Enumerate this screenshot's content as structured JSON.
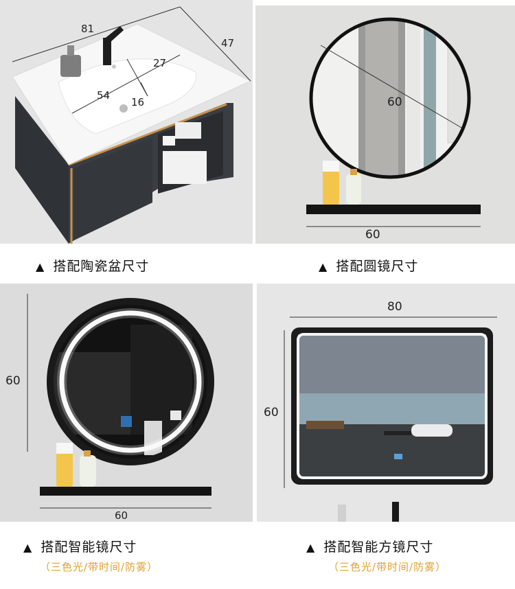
{
  "panels": {
    "sink": {
      "dims": {
        "width": "81",
        "depth": "47",
        "basin_depth": "27",
        "basin_width": "54",
        "basin_height": "16"
      },
      "caption": "搭配陶瓷盆尺寸"
    },
    "round_mirror": {
      "dims": {
        "diameter": "60",
        "shelf_width": "60"
      },
      "caption": "搭配圆镜尺寸"
    },
    "smart_mirror": {
      "dims": {
        "height": "60",
        "shelf_width": "60"
      },
      "caption": "搭配智能镜尺寸",
      "note": "（三色光/带时间/防雾）"
    },
    "smart_square_mirror": {
      "dims": {
        "width": "80",
        "height": "60"
      },
      "caption": "搭配智能方镜尺寸",
      "note": "（三色光/带时间/防雾）"
    }
  },
  "bullet": "▲",
  "colors": {
    "accent_note": "#e0a030",
    "cabinet": "#3a3d42",
    "trim": "#c8914a",
    "mirror_frame": "#111111"
  },
  "icons": [
    "bottle-icon",
    "tube-icon"
  ]
}
